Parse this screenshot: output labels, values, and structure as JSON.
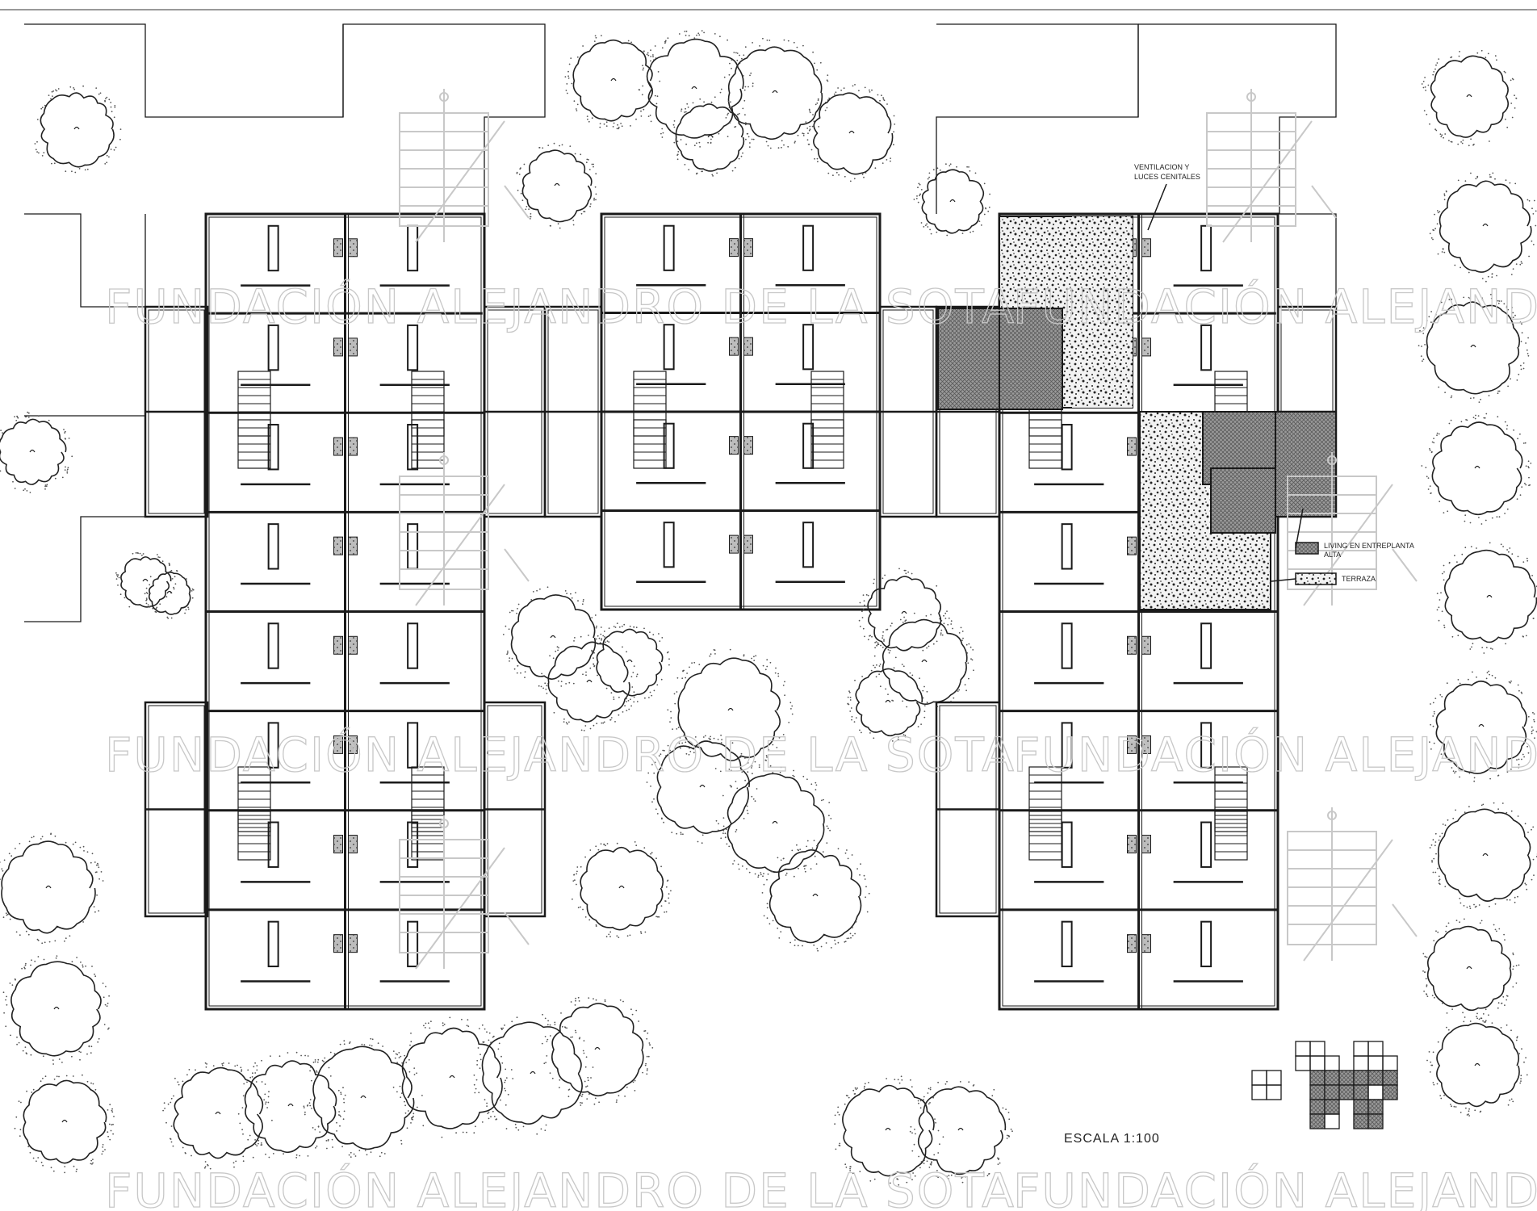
{
  "annotations": {
    "ventilation": [
      "VENTILACION Y",
      "LUCES CENITALES"
    ],
    "legend_living": [
      "LIVING EN ENTREPLANTA",
      "ALTA"
    ],
    "legend_terrace": "TERRAZA",
    "scale": "ESCALA  1:100"
  },
  "watermark": {
    "text": "FUNDACIÓN ALEJANDRO DE LA SOTA"
  },
  "colors": {
    "ink": "#1a1a1a",
    "living_hatch": "#8c8c8c",
    "terrace_dots": "#333333",
    "watermark": "#c8c8c8"
  }
}
